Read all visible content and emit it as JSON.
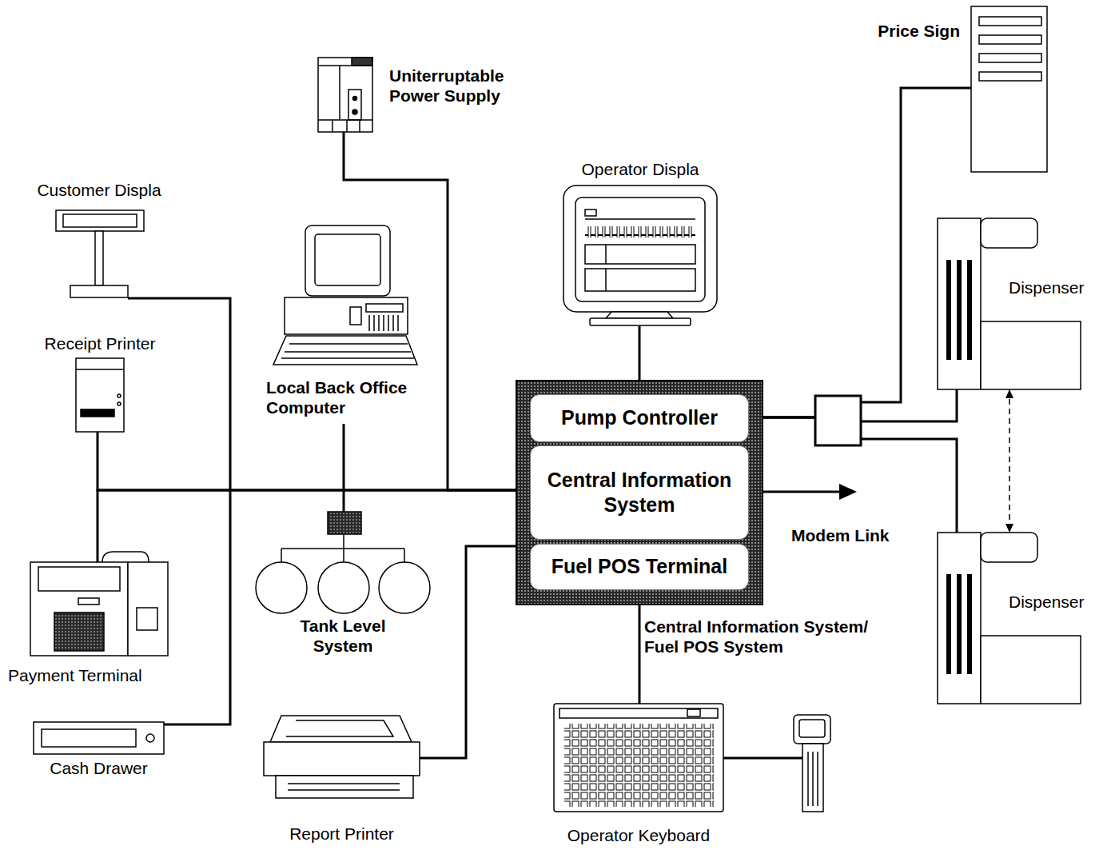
{
  "diagram": {
    "nodes": [
      {
        "text": [
          "Price Sign"
        ]
      },
      {
        "text": [
          "Uniterruptable Power Supply"
        ]
      },
      {
        "text": [
          "Operator Displa"
        ]
      },
      {
        "text": [
          "Customer Displa"
        ]
      },
      {
        "text": [
          "Dispenser"
        ]
      },
      {
        "text": [
          "Local Back Office Computer"
        ]
      },
      {
        "text": [
          "Receipt Printer"
        ]
      },
      {
        "text": [
          "Central Information System/ Fuel POS System"
        ]
      },
      {
        "text": [
          "Pump Controller"
        ],
        "in": 7
      },
      {
        "text": [
          "Central Information System"
        ],
        "in": 7
      },
      {
        "text": [
          "Fuel POS Terminal"
        ],
        "in": 7
      },
      {
        "text": [
          "Tank Level System"
        ]
      },
      {
        "text": [
          "Payment Terminal"
        ]
      },
      {
        "text": [
          "Dispenser"
        ]
      },
      {
        "text": [
          "Cash Drawer"
        ]
      },
      {
        "text": [
          "Report Printer"
        ]
      },
      {
        "text": [
          "Operator Keyboard"
        ]
      }
    ],
    "edges": [
      {
        "from": 6,
        "to": 9,
        "arrow": "none"
      },
      {
        "from": 12,
        "to": 9,
        "arrow": "none"
      },
      {
        "from": 1,
        "to": 9,
        "arrow": "none"
      },
      {
        "from": 3,
        "to": 14,
        "arrow": "none"
      },
      {
        "from": 5,
        "to": 11,
        "arrow": "none"
      },
      {
        "from": 15,
        "to": 10,
        "arrow": "none"
      },
      {
        "from": 2,
        "to": 7,
        "arrow": "none"
      },
      {
        "from": 7,
        "to": 16,
        "arrow": "none"
      },
      {
        "from": 8,
        "to": 0,
        "arrow": "none"
      },
      {
        "from": 8,
        "to": 4,
        "arrow": "none"
      },
      {
        "from": 8,
        "to": 13,
        "arrow": "none"
      },
      {
        "from": 4,
        "to": 13,
        "arrow": "both"
      }
    ],
    "labels": [
      "Modem Link"
    ]
  }
}
